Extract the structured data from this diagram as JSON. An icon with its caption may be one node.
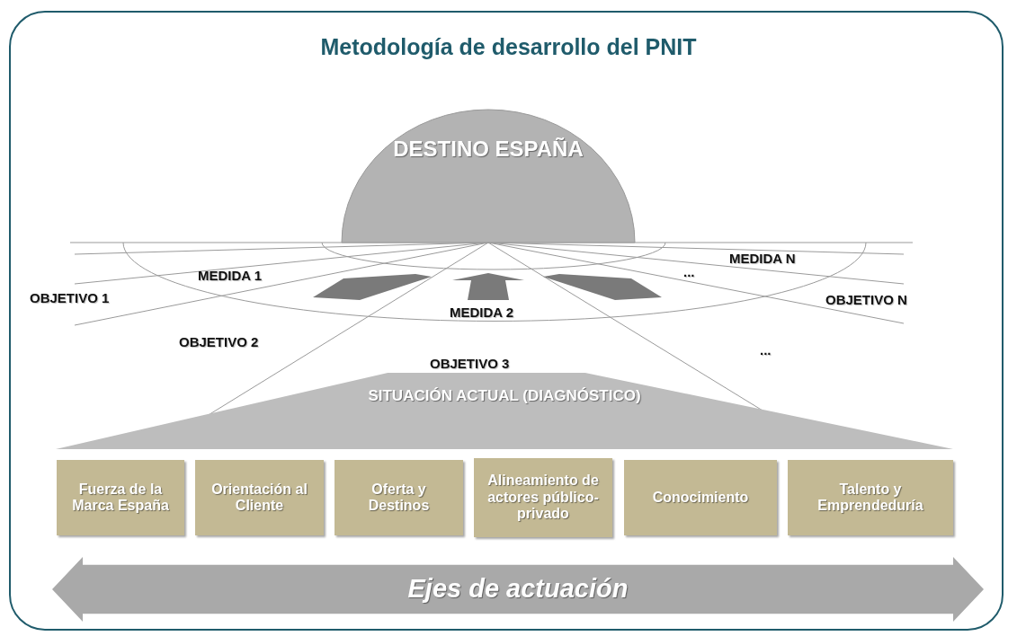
{
  "diagram": {
    "title": "Metodología de desarrollo del PNIT",
    "nodes": [
      {
        "text": [
          "DESTINO ESPAÑA"
        ]
      },
      {
        "text": [
          "SITUACIÓN ACTUAL (DIAGNÓSTICO)"
        ]
      },
      {
        "text": [
          "Fuerza de la Marca España"
        ]
      },
      {
        "text": [
          "Orientación al Cliente"
        ]
      },
      {
        "text": [
          "Oferta y Destinos"
        ]
      },
      {
        "text": [
          "Alineamiento de actores público-privado"
        ]
      },
      {
        "text": [
          "Conocimiento"
        ]
      },
      {
        "text": [
          "Talento y Emprendeduría"
        ]
      },
      {
        "text": [
          "Ejes de actuación"
        ]
      }
    ],
    "labels": [
      "MEDIDA N",
      "MEDIDA 1",
      "...",
      "OBJETIVO 1",
      "OBJETIVO N",
      "MEDIDA 2",
      "OBJETIVO 2",
      "...",
      "OBJETIVO 3"
    ]
  }
}
